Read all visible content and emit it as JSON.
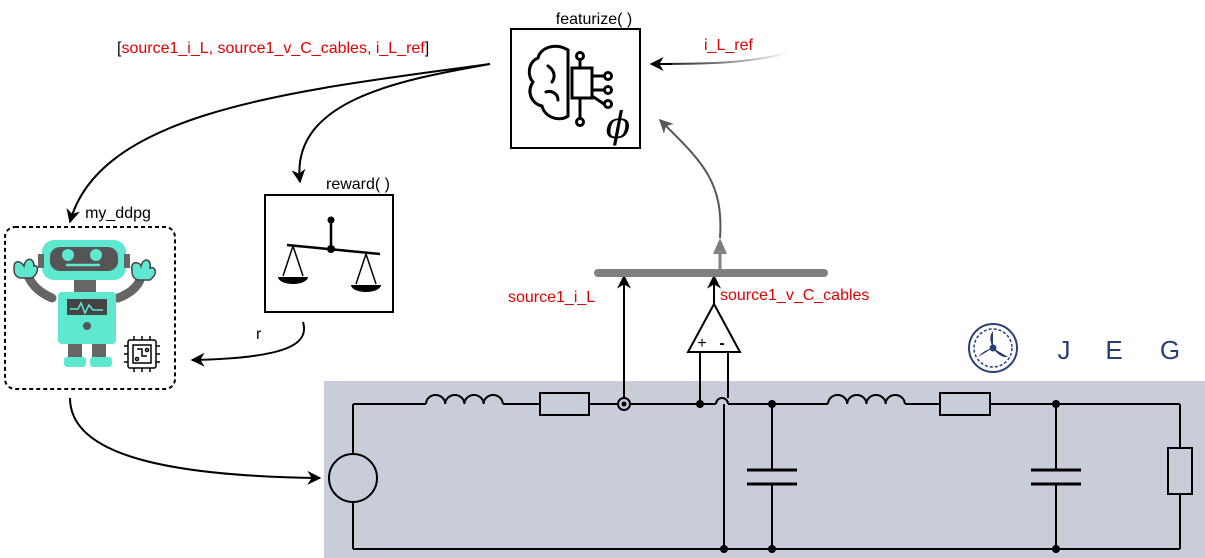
{
  "labels": {
    "featurize": "featurize( )",
    "reward": "reward( )",
    "agent": "my_ddpg",
    "reward_signal": "r",
    "state_list_open": "[",
    "state_list_items": "source1_i_L, source1_v_C_cables, i_L_ref",
    "state_list_close": "]",
    "reference_input": "i_L_ref",
    "measurement_current": "source1_i_L",
    "measurement_voltage": "source1_v_C_cables",
    "amp_plus": "+",
    "amp_minus": "-",
    "phi_symbol": "ϕ"
  },
  "logo": {
    "letters": [
      "J",
      "E",
      "G"
    ]
  },
  "colors": {
    "signal_red": "#e00000",
    "circuit_bg": "#c8cdd9",
    "robot_teal": "#5ee8cf",
    "robot_gray": "#666666",
    "bus_gray": "#808080",
    "logo_blue": "#2a3f7a"
  },
  "icons": {
    "featurize": "brain-circuit-icon",
    "reward": "balance-scale-icon",
    "agent": "robot-icon",
    "agent_chip": "chip-icon",
    "source": "ac-voltage-source-icon"
  }
}
